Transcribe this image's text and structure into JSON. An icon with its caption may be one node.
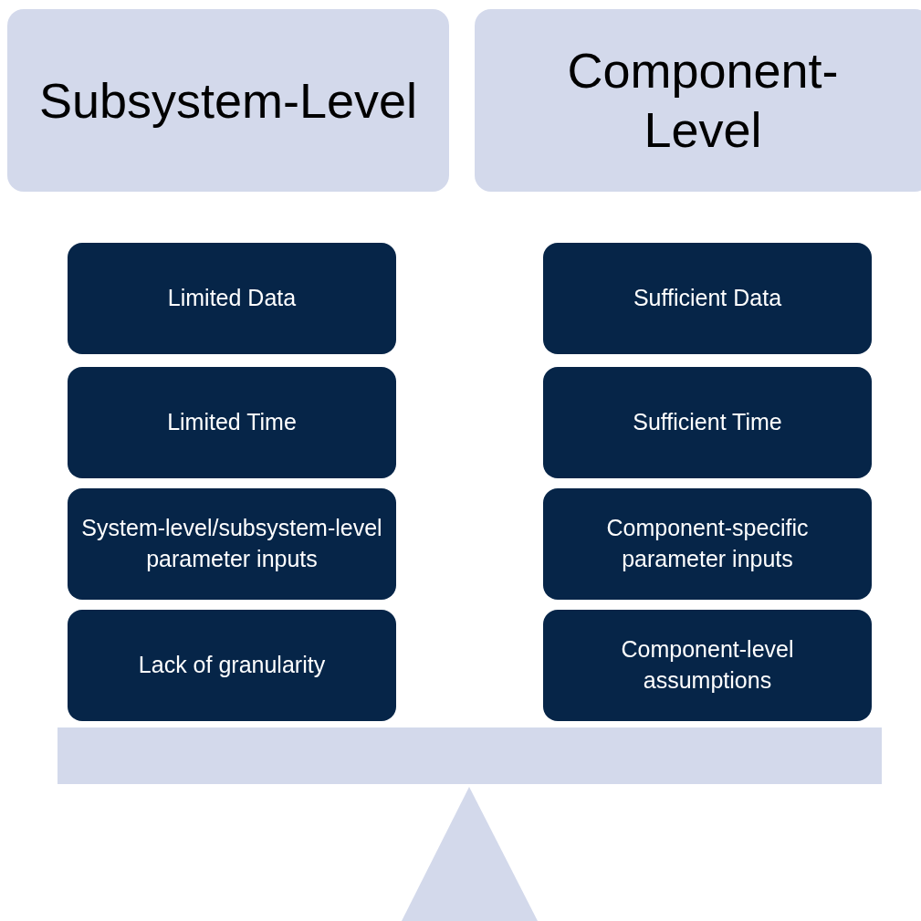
{
  "diagram": {
    "nodes": [
      {
        "text": [
          "Subsystem-Level"
        ]
      },
      {
        "text": [
          "Component-Level"
        ]
      },
      {
        "text": [
          "Limited Data"
        ]
      },
      {
        "text": [
          "Sufficient Data"
        ]
      },
      {
        "text": [
          "Limited Time"
        ]
      },
      {
        "text": [
          "Sufficient Time"
        ]
      },
      {
        "text": [
          "System-level/subsystem-level parameter inputs"
        ]
      },
      {
        "text": [
          "Component-specific parameter inputs"
        ]
      },
      {
        "text": [
          "Lack of granularity"
        ]
      },
      {
        "text": [
          "Component-level assumptions"
        ]
      }
    ]
  }
}
